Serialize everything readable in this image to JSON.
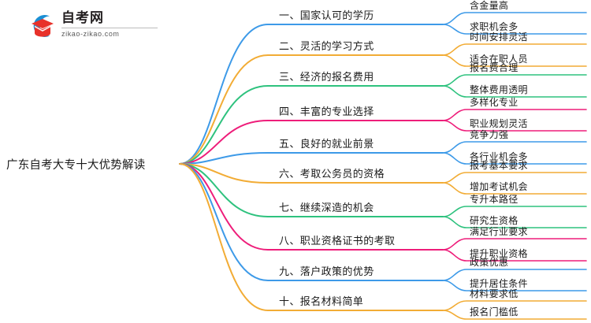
{
  "logo": {
    "title": "自考网",
    "subtitle": "zikao-zikao.com",
    "mark_name": "graduation-cap-logo-icon",
    "arc_color": "#1b8fd4",
    "cap_color": "#e8312a"
  },
  "mindmap": {
    "center": "广东自考大专十大优势解读",
    "colors": {
      "blue": "#3d9ae8",
      "orange": "#f2ac35",
      "green": "#2ec27e",
      "pink": "#ee1d7a"
    },
    "branches": [
      {
        "label": "一、国家认可的学历",
        "color": "#3d9ae8",
        "children": [
          "含金量高",
          "求职机会多"
        ]
      },
      {
        "label": "二、灵活的学习方式",
        "color": "#f2ac35",
        "children": [
          "时间安排灵活",
          "适合在职人员"
        ]
      },
      {
        "label": "三、经济的报名费用",
        "color": "#2ec27e",
        "children": [
          "报名费合理",
          "整体费用透明"
        ]
      },
      {
        "label": "四、丰富的专业选择",
        "color": "#ee1d7a",
        "children": [
          "多样化专业",
          "职业规划灵活"
        ]
      },
      {
        "label": "五、良好的就业前景",
        "color": "#3d9ae8",
        "children": [
          "竞争力强",
          "各行业机会多"
        ]
      },
      {
        "label": "六、考取公务员的资格",
        "color": "#f2ac35",
        "children": [
          "报考基本要求",
          "增加考试机会"
        ]
      },
      {
        "label": "七、继续深造的机会",
        "color": "#2ec27e",
        "children": [
          "专升本路径",
          "研究生资格"
        ]
      },
      {
        "label": "八、职业资格证书的考取",
        "color": "#ee1d7a",
        "children": [
          "满足行业要求",
          "提升职业资格"
        ]
      },
      {
        "label": "九、落户政策的优势",
        "color": "#3d9ae8",
        "children": [
          "政策优惠",
          "提升居住条件"
        ]
      },
      {
        "label": "十、报名材料简单",
        "color": "#f2ac35",
        "children": [
          "材料要求低",
          "报名门槛低"
        ]
      }
    ]
  }
}
